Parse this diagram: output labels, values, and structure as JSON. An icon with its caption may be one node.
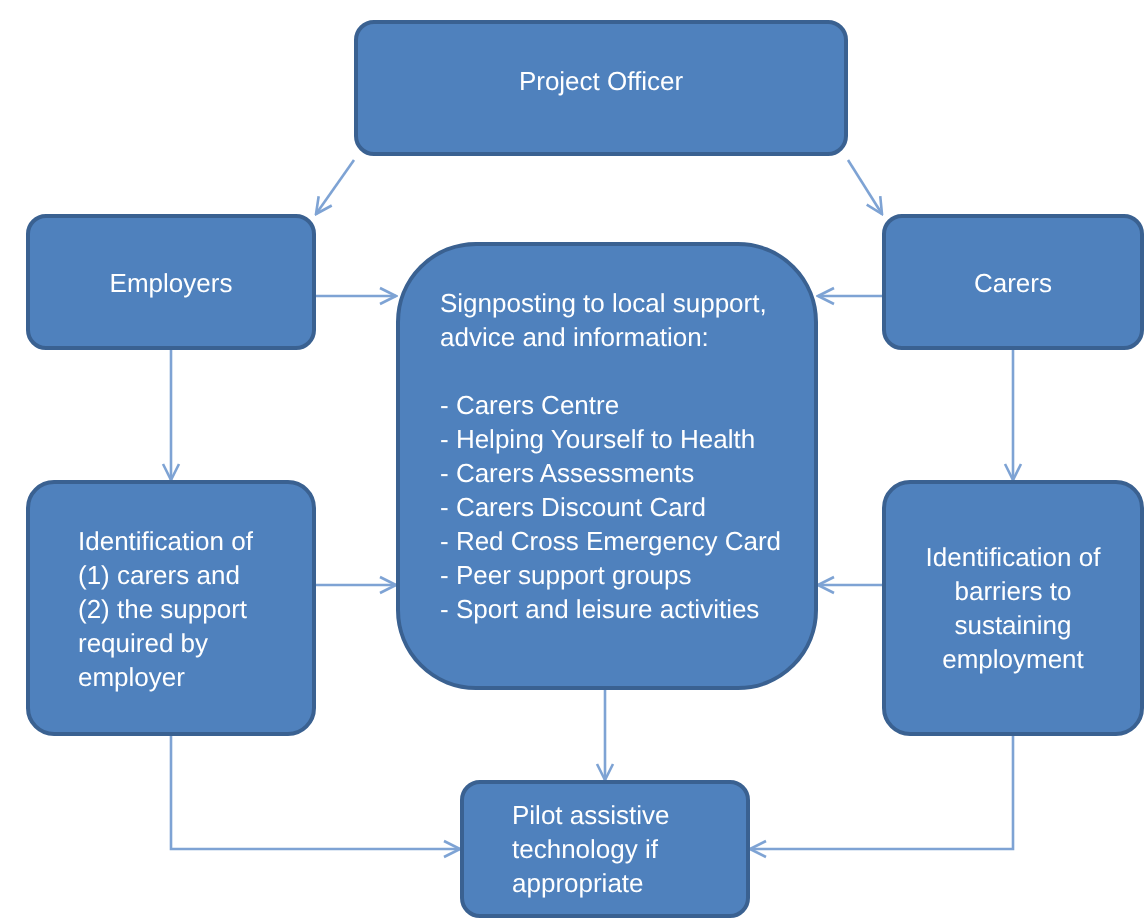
{
  "diagram": {
    "nodes": [
      {
        "text": [
          "Project Officer"
        ]
      },
      {
        "text": [
          "Employers"
        ]
      },
      {
        "text": [
          "Carers"
        ]
      },
      {
        "text": [
          "Signposting to local support, advice and information:",
          "- Carers Centre",
          "- Helping Yourself to Health",
          "- Carers Assessments",
          "- Carers Discount Card",
          "- Red Cross Emergency Card",
          "- Peer support groups",
          "- Sport and leisure activities"
        ]
      },
      {
        "text": [
          "Identification of (1) carers and (2) the support required by employer"
        ]
      },
      {
        "text": [
          "Identification of barriers to sustaining employment"
        ]
      },
      {
        "text": [
          "Pilot assistive technology if appropriate"
        ]
      }
    ],
    "edges": [
      {
        "from": 0,
        "to": 1,
        "arrow": "to"
      },
      {
        "from": 0,
        "to": 2,
        "arrow": "to"
      },
      {
        "from": 1,
        "to": 3,
        "arrow": "to"
      },
      {
        "from": 2,
        "to": 3,
        "arrow": "to"
      },
      {
        "from": 1,
        "to": 4,
        "arrow": "to"
      },
      {
        "from": 2,
        "to": 5,
        "arrow": "to"
      },
      {
        "from": 4,
        "to": 3,
        "arrow": "to"
      },
      {
        "from": 5,
        "to": 3,
        "arrow": "to"
      },
      {
        "from": 3,
        "to": 6,
        "arrow": "to"
      },
      {
        "from": 4,
        "to": 6,
        "arrow": "to"
      },
      {
        "from": 5,
        "to": 6,
        "arrow": "to"
      }
    ]
  }
}
